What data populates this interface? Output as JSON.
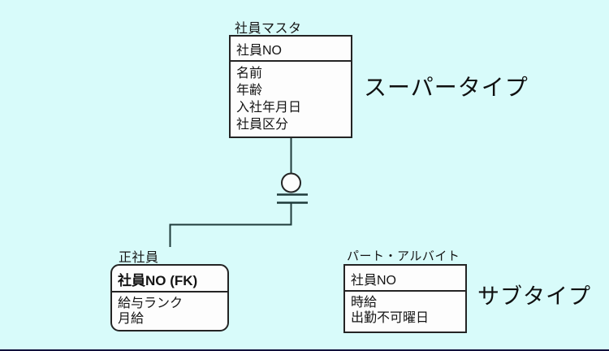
{
  "diagram": {
    "kind": "er-supertype-subtype",
    "supertype_label": "スーパータイプ",
    "subtype_label": "サブタイプ",
    "entities": {
      "employee_master": {
        "title": "社員マスタ",
        "key": "社員NO",
        "attributes": [
          "名前",
          "年齢",
          "入社年月日",
          "社員区分"
        ]
      },
      "regular_employee": {
        "title": "正社員",
        "key": "社員NO (FK)",
        "attributes": [
          "給与ランク",
          "月給"
        ]
      },
      "part_time_employee": {
        "title": "パート・アルバイト",
        "key": "社員NO",
        "attributes": [
          "時給",
          "出勤不可曜日"
        ]
      }
    },
    "colors": {
      "background": "#d8fbfa",
      "box_fill": "#fdfdfd",
      "box_border": "#242424",
      "connector_line": "#1f3b3b",
      "bottom_bar": "#10103a"
    }
  }
}
